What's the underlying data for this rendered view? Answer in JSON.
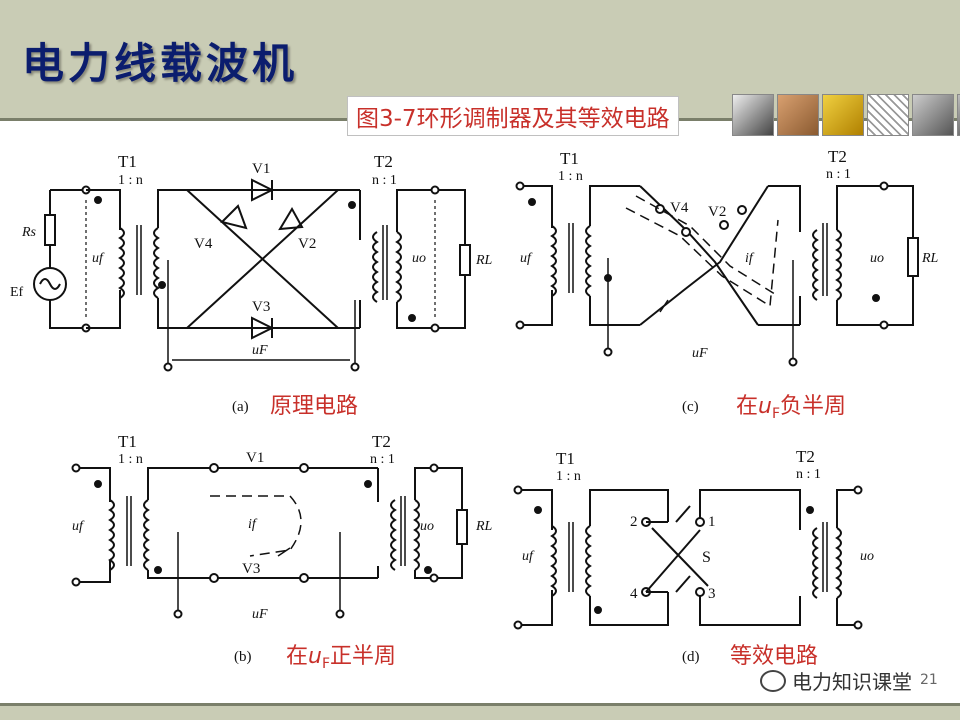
{
  "slide": {
    "title": "电力线载波机",
    "figure_title": "图3-7环形调制器及其等效电路",
    "watermark": "电力知识课堂",
    "page_number": "21"
  },
  "panels": {
    "a": {
      "label": "(a)",
      "caption": "原理电路"
    },
    "b": {
      "label": "(b)",
      "caption_pre": "在",
      "caption_var": "u",
      "caption_sub": "F",
      "caption_post": "正半周"
    },
    "c": {
      "label": "(c)",
      "caption_pre": "在",
      "caption_var": "u",
      "caption_sub": "F",
      "caption_post": "负半周"
    },
    "d": {
      "label": "(d)",
      "caption": "等效电路"
    }
  },
  "components": {
    "T1": "T1",
    "T2": "T2",
    "ratio1": "1 : n",
    "ratio2": "n : 1",
    "V1": "V1",
    "V2": "V2",
    "V3": "V3",
    "V4": "V4",
    "Rs": "Rs",
    "Ef": "Ef",
    "RL": "RL",
    "uf": "uf",
    "uo": "uo",
    "uF": "uF",
    "if": "if",
    "S": "S",
    "n1": "1",
    "n2": "2",
    "n3": "3",
    "n4": "4"
  },
  "colors": {
    "header": "#c9ccb5",
    "title": "#0b1d6e",
    "caption": "#c8302a"
  }
}
